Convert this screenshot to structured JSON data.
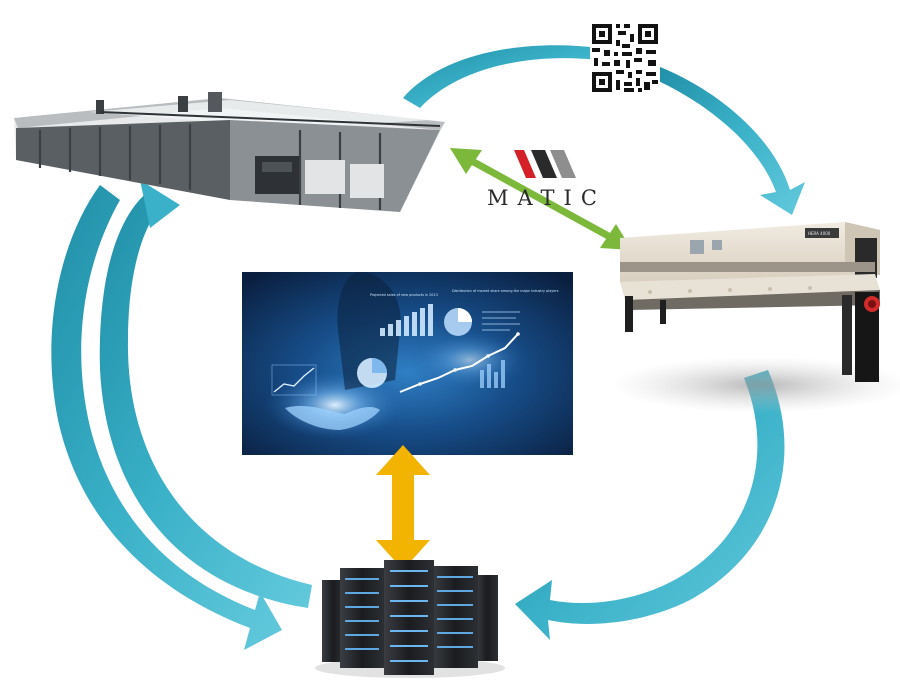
{
  "brand": {
    "name": "MATIC",
    "colors": [
      "#d42027",
      "#2a2a2a",
      "#8e8e8e"
    ]
  },
  "icons": {
    "qr": "qr-code-icon",
    "table": "cutting-table-machine-icon",
    "shear": "shear-machine-icon",
    "analytics": "analytics-dashboard-image",
    "servers": "server-rack-icon"
  },
  "dashboard": {
    "caption_top": "Projected sales of new products in 2013",
    "caption_right": "Distribution of market share among the major industry players"
  },
  "shear": {
    "plate": "HERA 4000"
  },
  "colors": {
    "flow_arrow": "#3ab1c8",
    "brand_link": "#7cb83a",
    "data_link": "#f2b400",
    "dashboard_bg": "#0f2f56"
  }
}
